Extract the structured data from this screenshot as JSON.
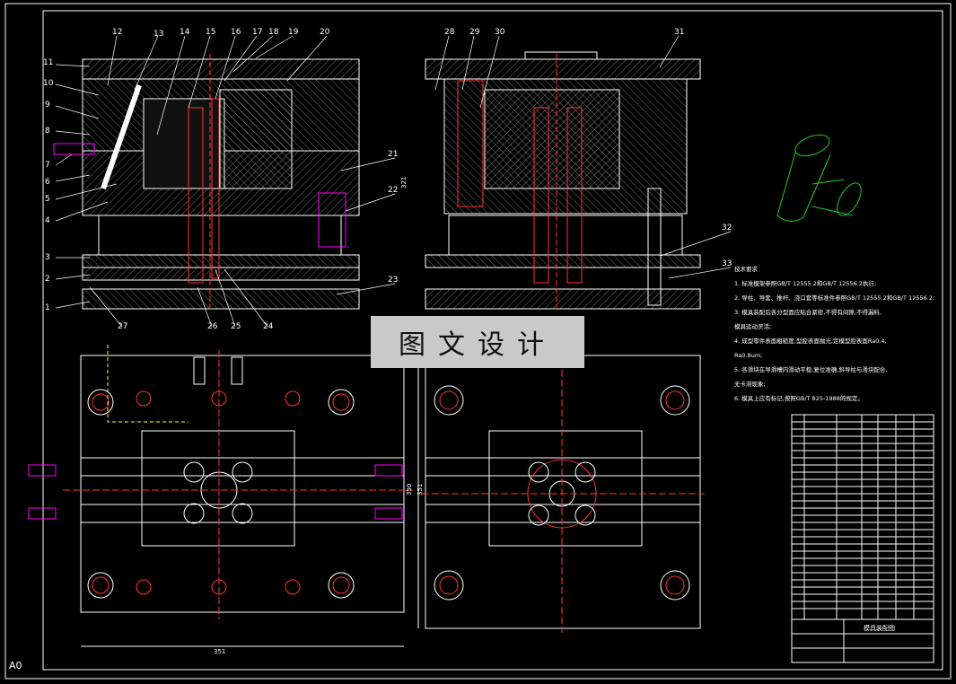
{
  "banner": {
    "text": "图文设计"
  },
  "corner": {
    "text": "A0"
  },
  "labels_left": [
    "11",
    "10",
    "9",
    "8",
    "7",
    "6",
    "5",
    "4",
    "3",
    "2",
    "1"
  ],
  "labels_top": [
    "12",
    "13",
    "14",
    "15",
    "16",
    "17",
    "18",
    "19",
    "20",
    "21"
  ],
  "labels_top_right": [
    "28",
    "29",
    "30",
    "31"
  ],
  "labels_right": [
    "21",
    "22",
    "23",
    "32",
    "33"
  ],
  "labels_bottom": [
    "27",
    "26",
    "25",
    "24"
  ],
  "dims": {
    "d1": "321",
    "d2": "351",
    "d3": "350",
    "d4": "351"
  },
  "notes": {
    "title": "技术要求",
    "items": [
      "1. 标准模架参照GB/T 12555.2和GB/T 12556.2执行;",
      "2. 导柱、导套、推杆、浇口套等标准件参照GB/T 12555.2和GB/T 12556.2;",
      "3. 模具装配后各分型面应贴合紧密,不得有间隙,不得漏料,",
      "   模具运动灵活;",
      "4. 成型零件表面粗糙度,型腔表面抛光,定模型腔表面Ra0.4,",
      "   Ra0.8um;",
      "5. 各滑块在导滑槽内滑动平稳,复位准确,斜导柱与滑块配合,",
      "   无卡滞现象;",
      "6. 模具上应有标记,按照GB/T 825-1988的规定。"
    ]
  },
  "title_block": {
    "name": "模具装配图"
  }
}
